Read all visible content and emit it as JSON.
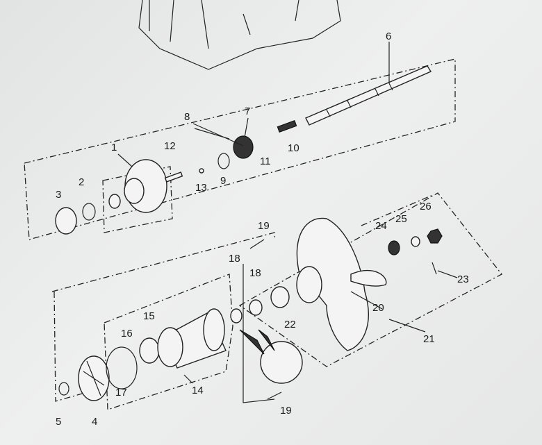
{
  "diagram": {
    "title": "Gearcase propeller shaft exploded view",
    "callouts": {
      "p1": "1",
      "p2": "2",
      "p3": "3",
      "p4": "4",
      "p5": "5",
      "p6": "6",
      "p7": "7",
      "p8": "8",
      "p9": "9",
      "p10": "10",
      "p11": "11",
      "p12": "12",
      "p13": "13",
      "p14": "14",
      "p15": "15",
      "p16": "16",
      "p17": "17",
      "p18a": "18",
      "p18b": "18",
      "p19a": "19",
      "p19b": "19",
      "p20": "20",
      "p21": "21",
      "p22": "22",
      "p23": "23",
      "p24": "24",
      "p25": "25",
      "p26": "26"
    }
  }
}
